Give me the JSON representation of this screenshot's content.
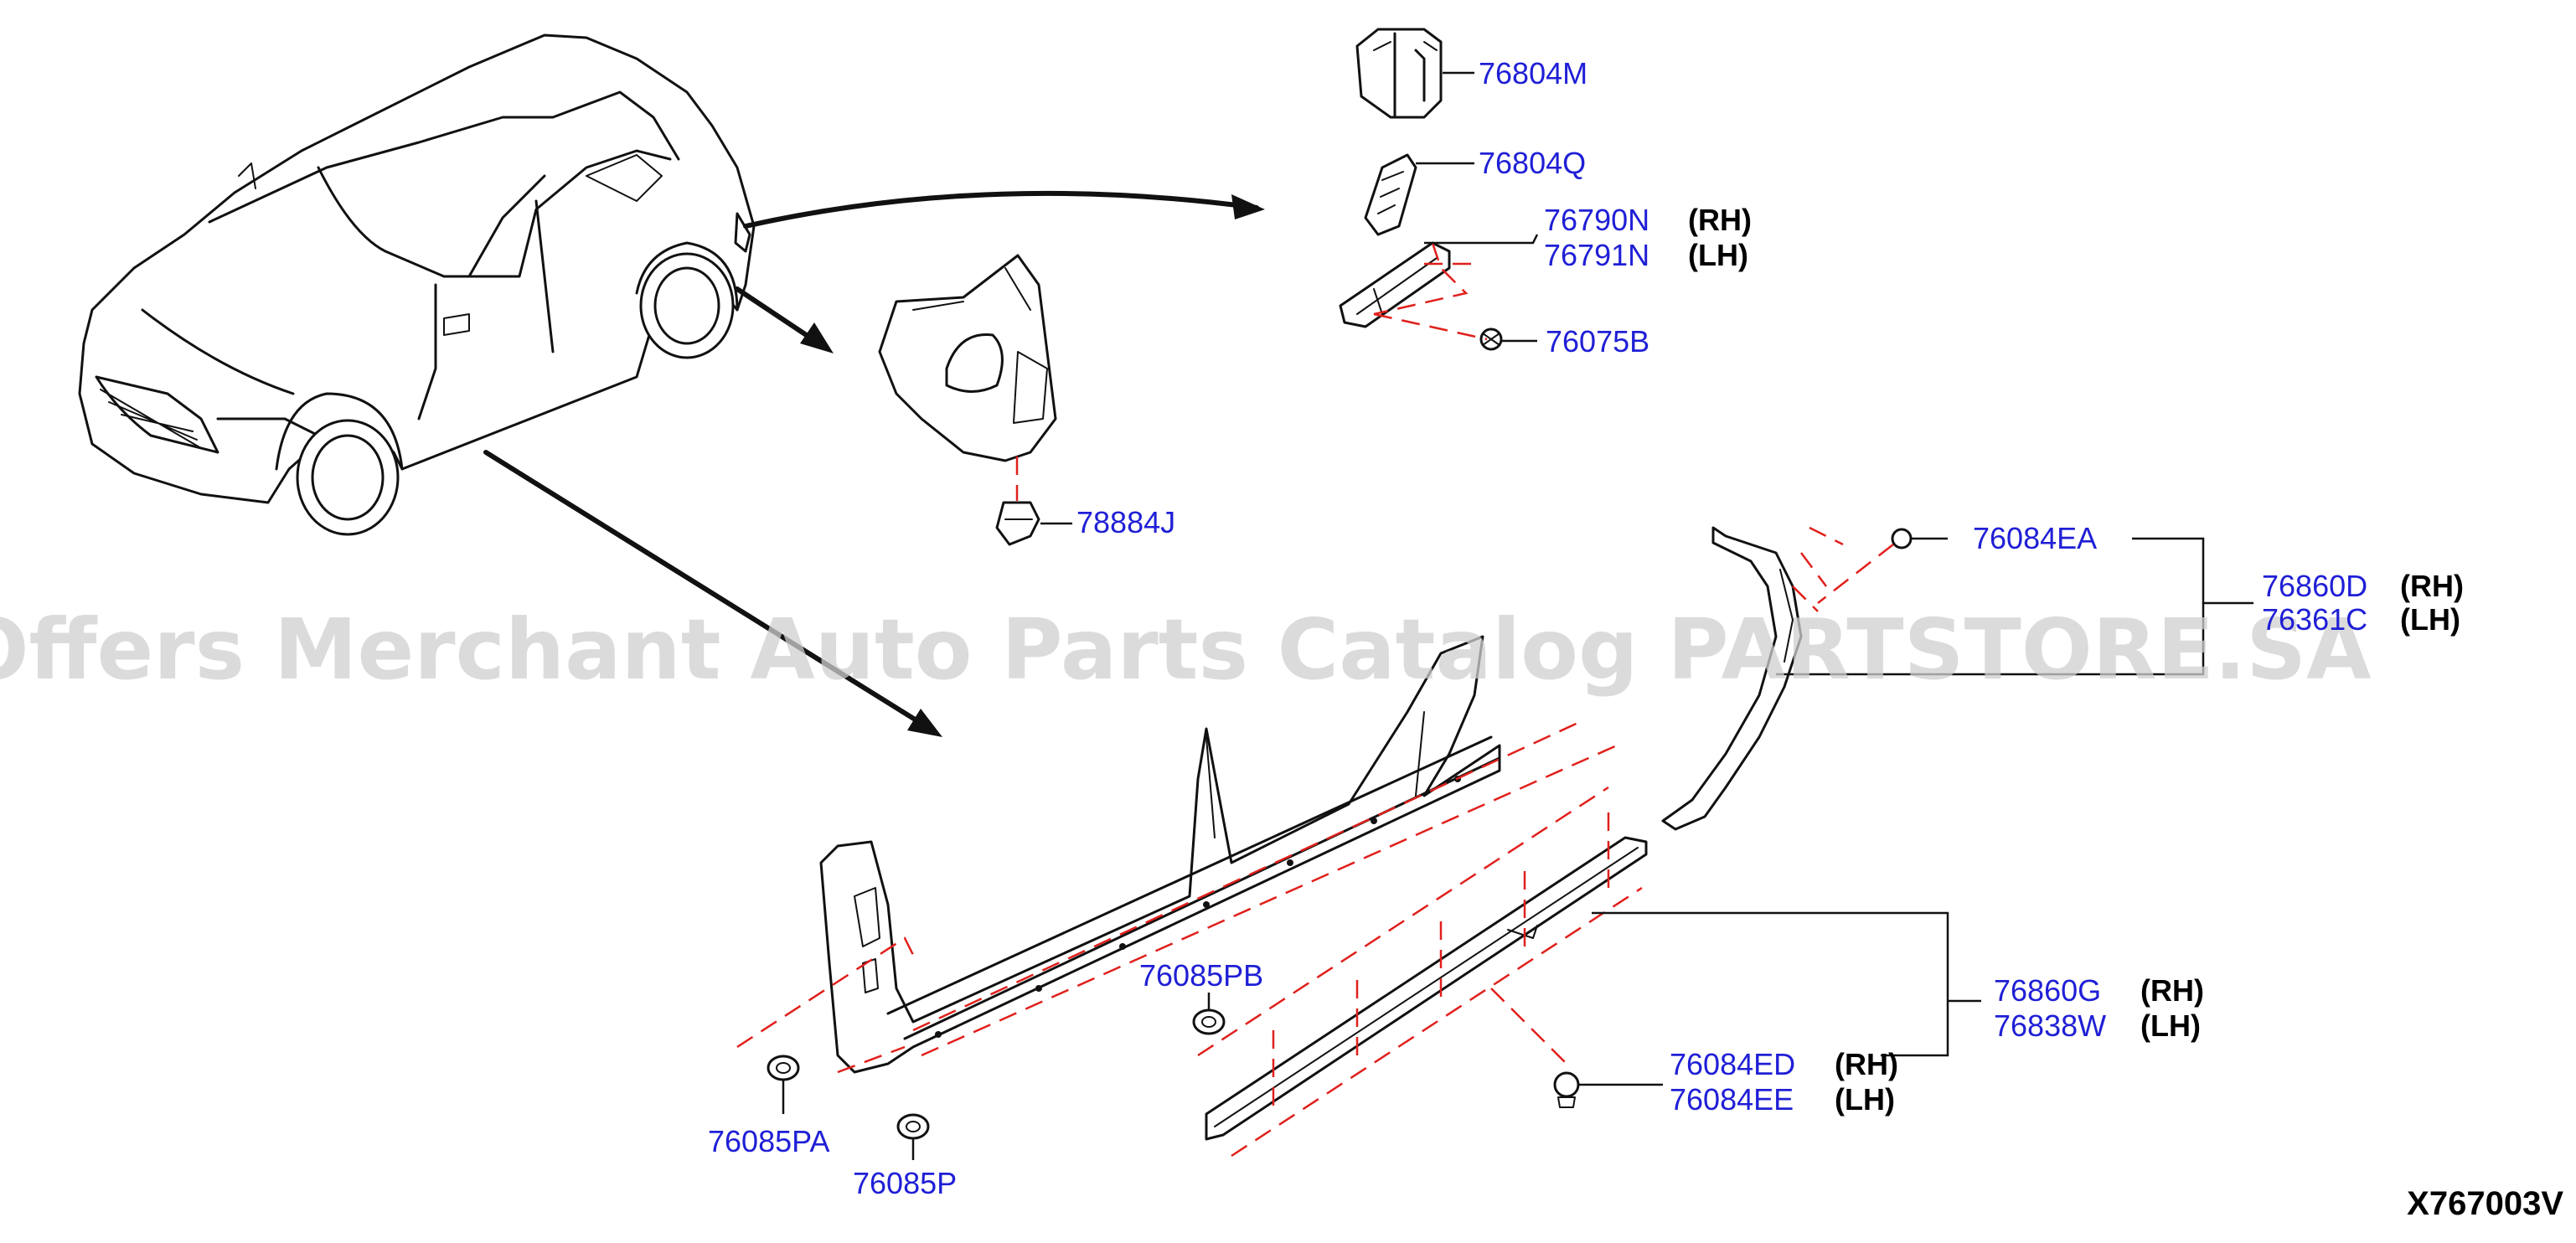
{
  "watermark": "Offers Merchant Auto Parts Catalog PARTSTORE.SA",
  "diagram_code": "X767003V",
  "parts": {
    "p76804M": "76804M",
    "p76804Q": "76804Q",
    "p76790N": "76790N",
    "p76791N": "76791N",
    "p76075B": "76075B",
    "p78884J": "78884J",
    "p76084EA": "76084EA",
    "p76860D": "76860D",
    "p76361C": "76361C",
    "p76085PB": "76085PB",
    "p76860G": "76860G",
    "p76838W": "76838W",
    "p76084ED": "76084ED",
    "p76084EE": "76084EE",
    "p76085PA": "76085PA",
    "p76085P": "76085P"
  },
  "sides": {
    "rh": "(RH)",
    "lh": "(LH)"
  },
  "colors": {
    "part_number": "#1f1fd6",
    "guide_dash": "#e0201c",
    "ink": "#111111"
  }
}
